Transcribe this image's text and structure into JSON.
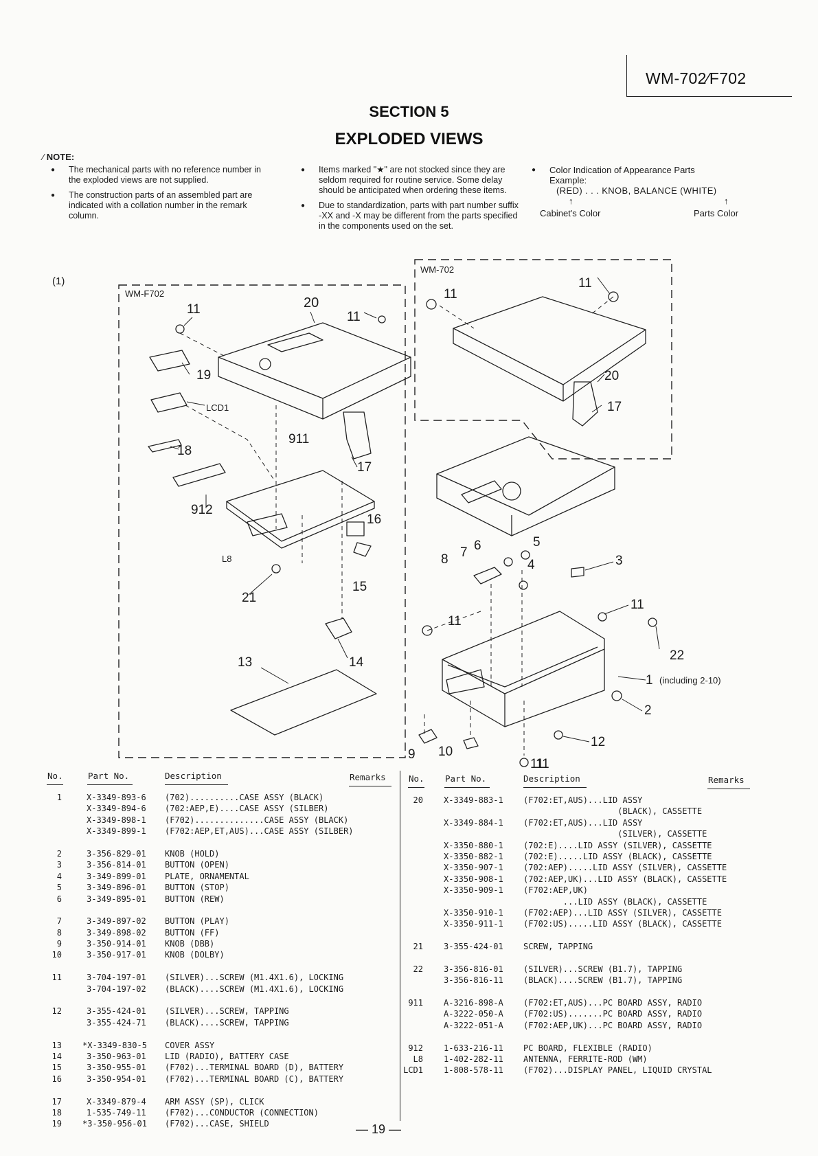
{
  "header": {
    "model": "WM-702⁄F702"
  },
  "section": {
    "number": "SECTION 5",
    "title": "EXPLODED VIEWS"
  },
  "notes": {
    "heading": "NOTE:",
    "col1": [
      "The mechanical parts with no reference number in the exploded views are not supplied.",
      "The construction parts of an assembled part are indicated with a collation number in the remark column."
    ],
    "col2": [
      "Items marked \"★\" are not stocked since they are seldom required for routine service.  Some delay should be anticipated when ordering these items.",
      "Due to standardization, parts with part number suffix -XX and -X may be different from the parts specified in the components used on the set."
    ],
    "col3": {
      "title": "Color Indication of Appearance Parts",
      "example": "Example:",
      "line": "(RED) . . . KNOB, BALANCE (WHITE)",
      "arrow": "↑",
      "left_label": "Cabinet's Color",
      "right_label": "Parts Color"
    }
  },
  "diagram": {
    "index": "(1)",
    "box_left_label": "WM-F702",
    "box_right_label": "WM-702",
    "left_callouts": [
      "11",
      "20",
      "11",
      "19",
      "LCD1",
      "911",
      "18",
      "17",
      "912",
      "16",
      "L8",
      "15",
      "21",
      "13",
      "14"
    ],
    "right_callouts": [
      "11",
      "11",
      "20",
      "17",
      "6",
      "7",
      "5",
      "8",
      "4",
      "3",
      "11",
      "11",
      "11",
      "22",
      "1",
      "(including 2-10)",
      "2",
      "12",
      "9",
      "10",
      "11"
    ]
  },
  "table": {
    "headers": {
      "no": "No.",
      "part": "Part No.",
      "desc": "Description",
      "remarks": "Remarks"
    },
    "left": [
      {
        "no": "1",
        "part": "X-3349-893-6",
        "desc": "(702)..........CASE ASSY (BLACK)"
      },
      {
        "no": "",
        "part": "X-3349-894-6",
        "desc": "(702:AEP,E)....CASE ASSY (SILBER)"
      },
      {
        "no": "",
        "part": "X-3349-898-1",
        "desc": "(F702)..............CASE ASSY (BLACK)"
      },
      {
        "no": "",
        "part": "X-3349-899-1",
        "desc": "(F702:AEP,ET,AUS)...CASE ASSY (SILBER)"
      },
      {
        "no": "",
        "part": "",
        "desc": ""
      },
      {
        "no": "2",
        "part": "3-356-829-01",
        "desc": "KNOB (HOLD)"
      },
      {
        "no": "3",
        "part": "3-356-814-01",
        "desc": "BUTTON (OPEN)"
      },
      {
        "no": "4",
        "part": "3-349-899-01",
        "desc": "PLATE, ORNAMENTAL"
      },
      {
        "no": "5",
        "part": "3-349-896-01",
        "desc": "BUTTON (STOP)"
      },
      {
        "no": "6",
        "part": "3-349-895-01",
        "desc": "BUTTON (REW)"
      },
      {
        "no": "",
        "part": "",
        "desc": ""
      },
      {
        "no": "7",
        "part": "3-349-897-02",
        "desc": "BUTTON (PLAY)"
      },
      {
        "no": "8",
        "part": "3-349-898-02",
        "desc": "BUTTON (FF)"
      },
      {
        "no": "9",
        "part": "3-350-914-01",
        "desc": "KNOB (DBB)"
      },
      {
        "no": "10",
        "part": "3-350-917-01",
        "desc": "KNOB (DOLBY)"
      },
      {
        "no": "",
        "part": "",
        "desc": ""
      },
      {
        "no": "11",
        "part": "3-704-197-01",
        "desc": "(SILVER)...SCREW (M1.4X1.6), LOCKING"
      },
      {
        "no": "",
        "part": "3-704-197-02",
        "desc": "(BLACK)....SCREW (M1.4X1.6), LOCKING"
      },
      {
        "no": "",
        "part": "",
        "desc": ""
      },
      {
        "no": "12",
        "part": "3-355-424-01",
        "desc": "(SILVER)...SCREW, TAPPING"
      },
      {
        "no": "",
        "part": "3-355-424-71",
        "desc": "(BLACK)....SCREW, TAPPING"
      },
      {
        "no": "",
        "part": "",
        "desc": ""
      },
      {
        "no": "13",
        "part": "*X-3349-830-5",
        "desc": "COVER ASSY"
      },
      {
        "no": "14",
        "part": "3-350-963-01",
        "desc": "LID (RADIO), BATTERY CASE"
      },
      {
        "no": "15",
        "part": "3-350-955-01",
        "desc": "(F702)...TERMINAL BOARD (D), BATTERY"
      },
      {
        "no": "16",
        "part": "3-350-954-01",
        "desc": "(F702)...TERMINAL BOARD (C), BATTERY"
      },
      {
        "no": "",
        "part": "",
        "desc": ""
      },
      {
        "no": "17",
        "part": "X-3349-879-4",
        "desc": "ARM ASSY (SP), CLICK"
      },
      {
        "no": "18",
        "part": "1-535-749-11",
        "desc": "(F702)...CONDUCTOR (CONNECTION)"
      },
      {
        "no": "19",
        "part": "*3-350-956-01",
        "desc": "(F702)...CASE, SHIELD"
      }
    ],
    "right": [
      {
        "no": "20",
        "part": "X-3349-883-1",
        "desc": "(F702:ET,AUS)...LID ASSY"
      },
      {
        "no": "",
        "part": "",
        "desc": "                   (BLACK), CASSETTE"
      },
      {
        "no": "",
        "part": "X-3349-884-1",
        "desc": "(F702:ET,AUS)...LID ASSY"
      },
      {
        "no": "",
        "part": "",
        "desc": "                   (SILVER), CASSETTE"
      },
      {
        "no": "",
        "part": "X-3350-880-1",
        "desc": "(702:E)....LID ASSY (SILVER), CASSETTE"
      },
      {
        "no": "",
        "part": "X-3350-882-1",
        "desc": "(702:E).....LID ASSY (BLACK), CASSETTE"
      },
      {
        "no": "",
        "part": "X-3350-907-1",
        "desc": "(702:AEP).....LID ASSY (SILVER), CASSETTE"
      },
      {
        "no": "",
        "part": "X-3350-908-1",
        "desc": "(702:AEP,UK)...LID ASSY (BLACK), CASSETTE"
      },
      {
        "no": "",
        "part": "X-3350-909-1",
        "desc": "(F702:AEP,UK)"
      },
      {
        "no": "",
        "part": "",
        "desc": "        ...LID ASSY (BLACK), CASSETTE"
      },
      {
        "no": "",
        "part": "X-3350-910-1",
        "desc": "(F702:AEP)...LID ASSY (SILVER), CASSETTE"
      },
      {
        "no": "",
        "part": "X-3350-911-1",
        "desc": "(F702:US).....LID ASSY (BLACK), CASSETTE"
      },
      {
        "no": "",
        "part": "",
        "desc": ""
      },
      {
        "no": "21",
        "part": "3-355-424-01",
        "desc": "SCREW, TAPPING"
      },
      {
        "no": "",
        "part": "",
        "desc": ""
      },
      {
        "no": "22",
        "part": "3-356-816-01",
        "desc": "(SILVER)...SCREW (B1.7), TAPPING"
      },
      {
        "no": "",
        "part": "3-356-816-11",
        "desc": "(BLACK)....SCREW (B1.7), TAPPING"
      },
      {
        "no": "",
        "part": "",
        "desc": ""
      },
      {
        "no": "911",
        "part": "A-3216-898-A",
        "desc": "(F702:ET,AUS)...PC BOARD ASSY, RADIO"
      },
      {
        "no": "",
        "part": "A-3222-050-A",
        "desc": "(F702:US).......PC BOARD ASSY, RADIO"
      },
      {
        "no": "",
        "part": "A-3222-051-A",
        "desc": "(F702:AEP,UK)...PC BOARD ASSY, RADIO"
      },
      {
        "no": "",
        "part": "",
        "desc": ""
      },
      {
        "no": "912",
        "part": "1-633-216-11",
        "desc": "PC BOARD, FLEXIBLE (RADIO)"
      },
      {
        "no": "L8",
        "part": "1-402-282-11",
        "desc": "ANTENNA, FERRITE-ROD (WM)"
      },
      {
        "no": "LCD1",
        "part": "1-808-578-11",
        "desc": "(F702)...DISPLAY PANEL, LIQUID CRYSTAL"
      }
    ]
  },
  "footer": {
    "page": "— 19 —"
  }
}
